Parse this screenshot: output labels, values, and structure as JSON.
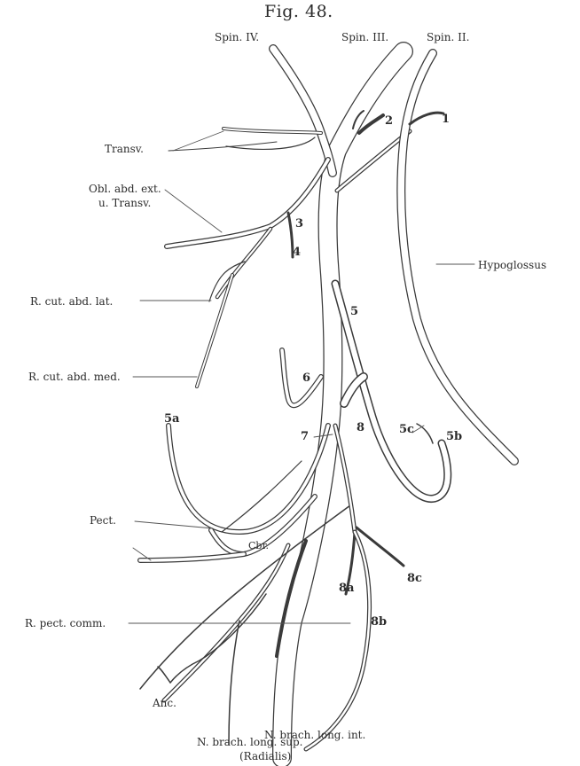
{
  "figure": {
    "title": "Fig. 48.",
    "roots": {
      "spin4": "Spin. IV.",
      "spin3": "Spin. III.",
      "spin2": "Spin. II."
    },
    "left_labels": {
      "transv": "Transv.",
      "obl_line1": "Obl. abd. ext.",
      "obl_line2": "u. Transv.",
      "r_cut_lat": "R. cut. abd. lat.",
      "r_cut_med": "R. cut. abd. med.",
      "pect": "Pect.",
      "r_pect_comm": "R. pect. comm.",
      "anc": "Anc."
    },
    "right_labels": {
      "hypoglossus": "Hypoglossus"
    },
    "bottom_labels": {
      "n_brach_int": "N. brach. long. int.",
      "n_brach_sup": "N. brach. long. sup.",
      "radialis": "(Radialis)"
    },
    "numbers": {
      "n1": "1",
      "n2": "2",
      "n3": "3",
      "n4": "4",
      "n5": "5",
      "n6": "6",
      "n7": "7",
      "n8": "8",
      "n5a": "5a",
      "n5b": "5b",
      "n5c": "5c",
      "n8a": "8a",
      "n8b": "8b",
      "n8c": "8c",
      "cbr": "Cbr."
    }
  }
}
